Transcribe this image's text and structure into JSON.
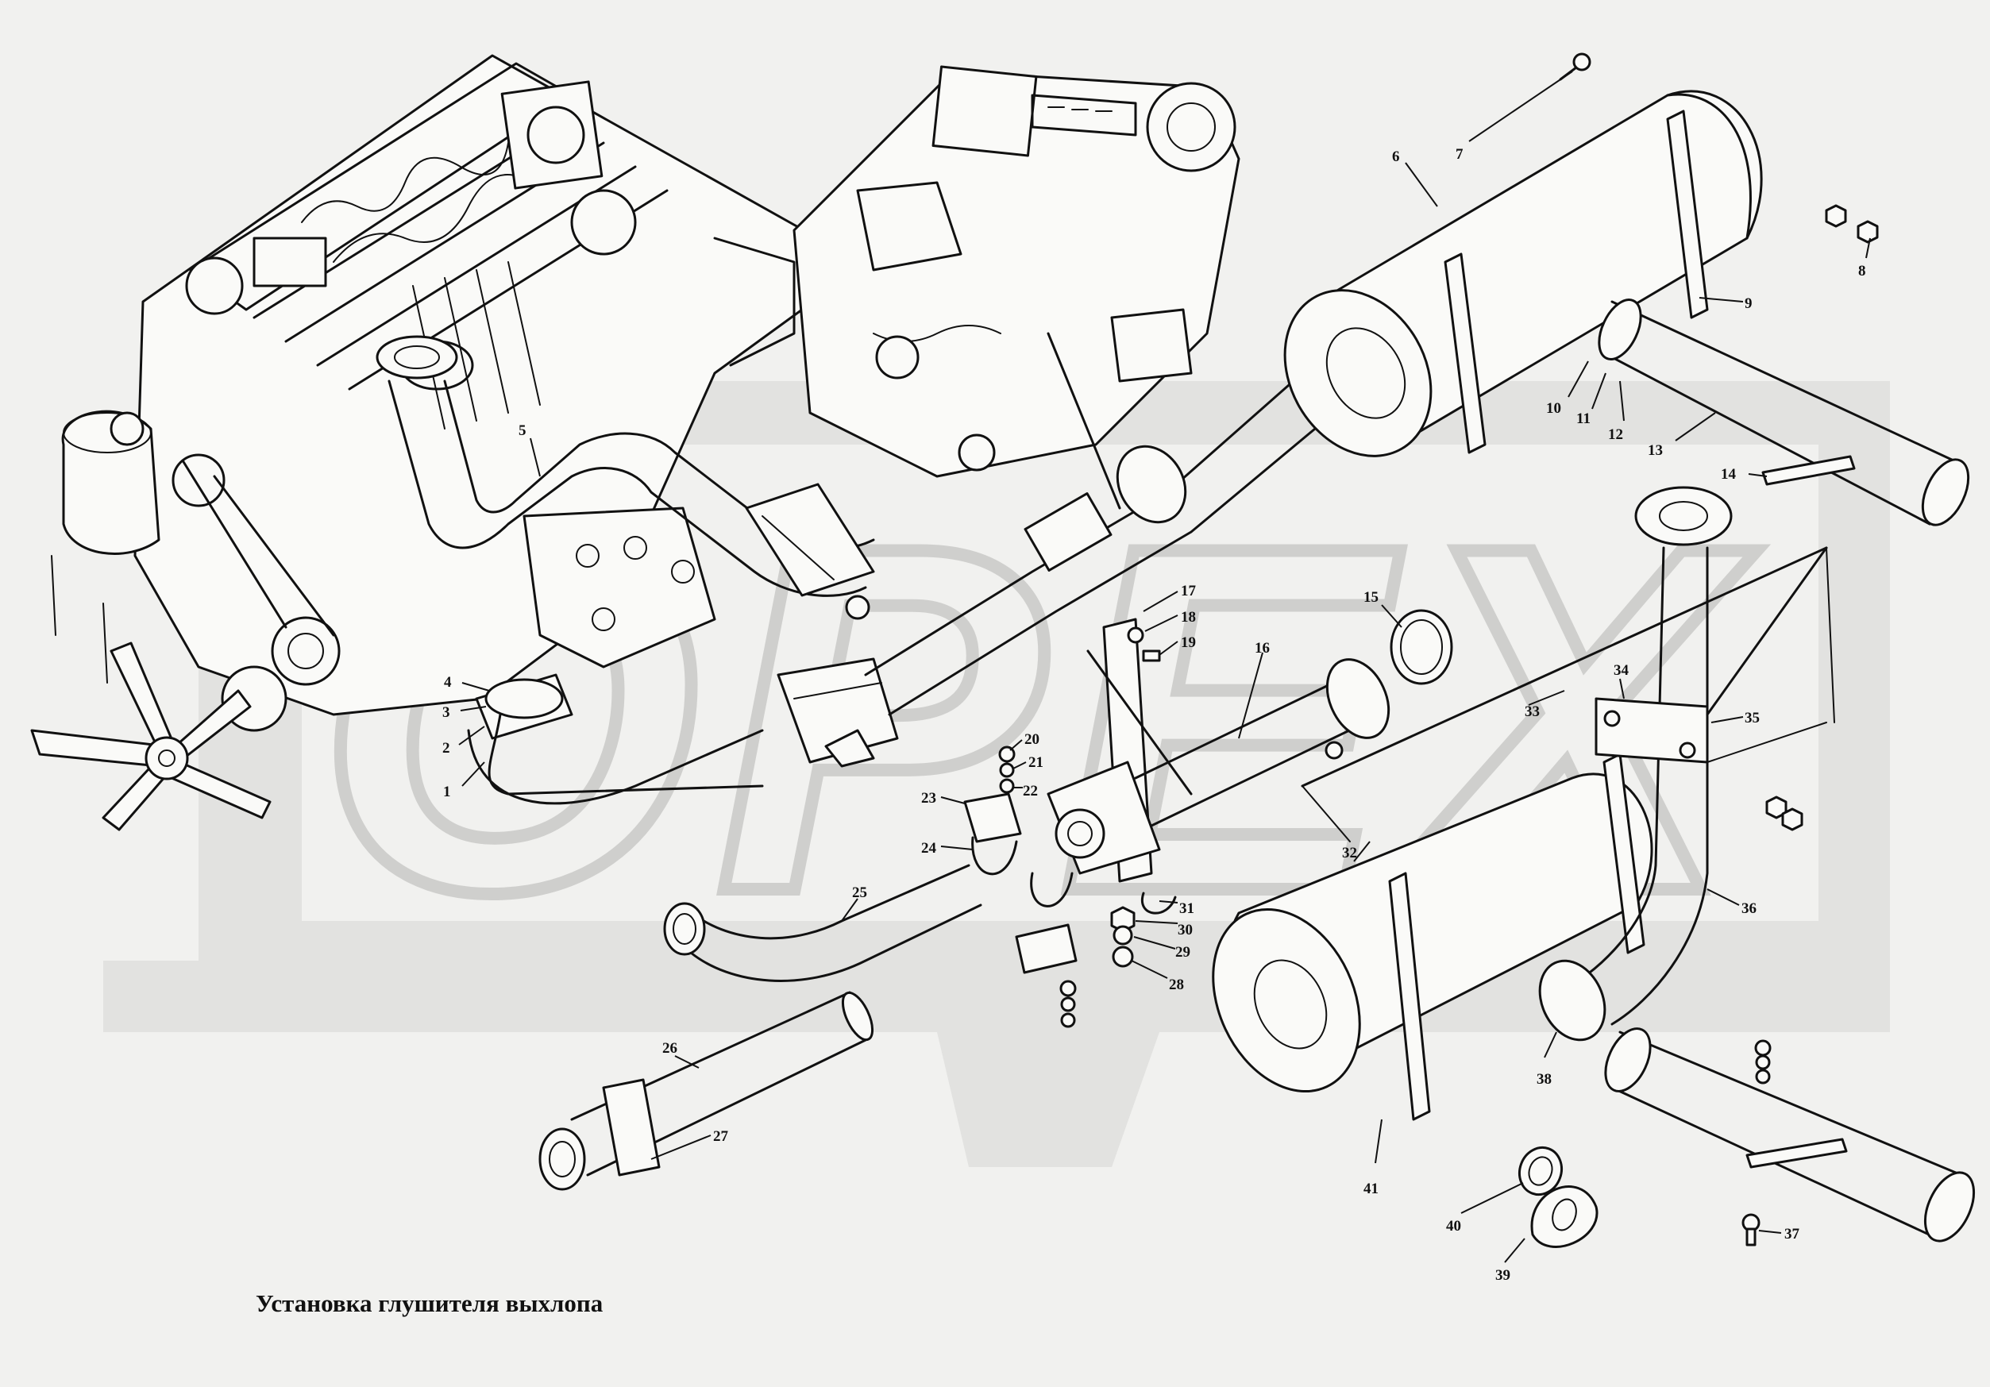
{
  "caption": "Установка глушителя выхлопа",
  "watermark_text": "ОРЕХ",
  "part_numbers": [
    "1",
    "2",
    "3",
    "4",
    "5",
    "6",
    "7",
    "8",
    "9",
    "10",
    "11",
    "12",
    "13",
    "14",
    "15",
    "16",
    "17",
    "18",
    "19",
    "20",
    "21",
    "22",
    "23",
    "24",
    "25",
    "26",
    "27",
    "28",
    "29",
    "30",
    "31",
    "32",
    "33",
    "34",
    "35",
    "36",
    "37",
    "38",
    "39",
    "40",
    "41"
  ],
  "colors": {
    "background": "#f1f1ef",
    "line": "#111111",
    "watermark": "#d5d5d3"
  }
}
